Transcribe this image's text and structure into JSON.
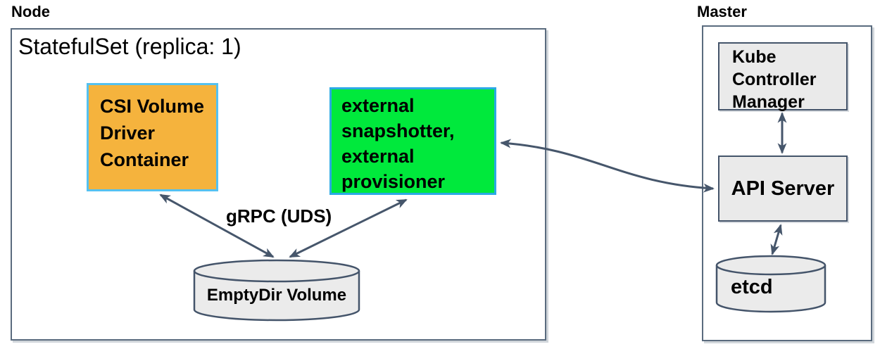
{
  "node_panel": {
    "title": "Node",
    "statefulset_label": "StatefulSet (replica: 1)",
    "csi_driver_box": {
      "lines": [
        "CSI Volume",
        "Driver",
        "Container"
      ],
      "fill": "#F5B33D",
      "border": "#55C1F0"
    },
    "sidecar_box": {
      "lines": [
        "external",
        "snapshotter,",
        "external",
        "provisioner"
      ],
      "fill": "#00E93C",
      "border": "#2BA9E4"
    },
    "grpc_arrow_label": "gRPC (UDS)",
    "emptydir_volume": {
      "label": "EmptyDir Volume",
      "fill": "#EBEBEB"
    }
  },
  "master_panel": {
    "title": "Master",
    "kube_controller_manager_box": {
      "lines": [
        "Kube",
        "Controller",
        "Manager"
      ],
      "fill": "#EAEAEA"
    },
    "api_server_box": {
      "label": "API Server",
      "fill": "#EAEAEA"
    },
    "etcd_cylinder": {
      "label": "etcd",
      "fill": "#EBEBEB"
    }
  },
  "connections": [
    {
      "from": "csi-driver-box",
      "to": "emptydir-volume",
      "style": "double-arrow",
      "label": "gRPC (UDS)"
    },
    {
      "from": "sidecar-box",
      "to": "emptydir-volume",
      "style": "double-arrow",
      "label": "gRPC (UDS)"
    },
    {
      "from": "sidecar-box",
      "to": "api-server-box",
      "style": "double-arrow-curved",
      "label": ""
    },
    {
      "from": "kube-controller-manager-box",
      "to": "api-server-box",
      "style": "double-arrow",
      "label": ""
    },
    {
      "from": "api-server-box",
      "to": "etcd-cylinder",
      "style": "double-arrow",
      "label": ""
    }
  ],
  "colors": {
    "arrow": "#46566B",
    "panel_border": "#5A6B7E",
    "box_border": "#44546A",
    "cylinder_fill": "#EBEBEB"
  }
}
